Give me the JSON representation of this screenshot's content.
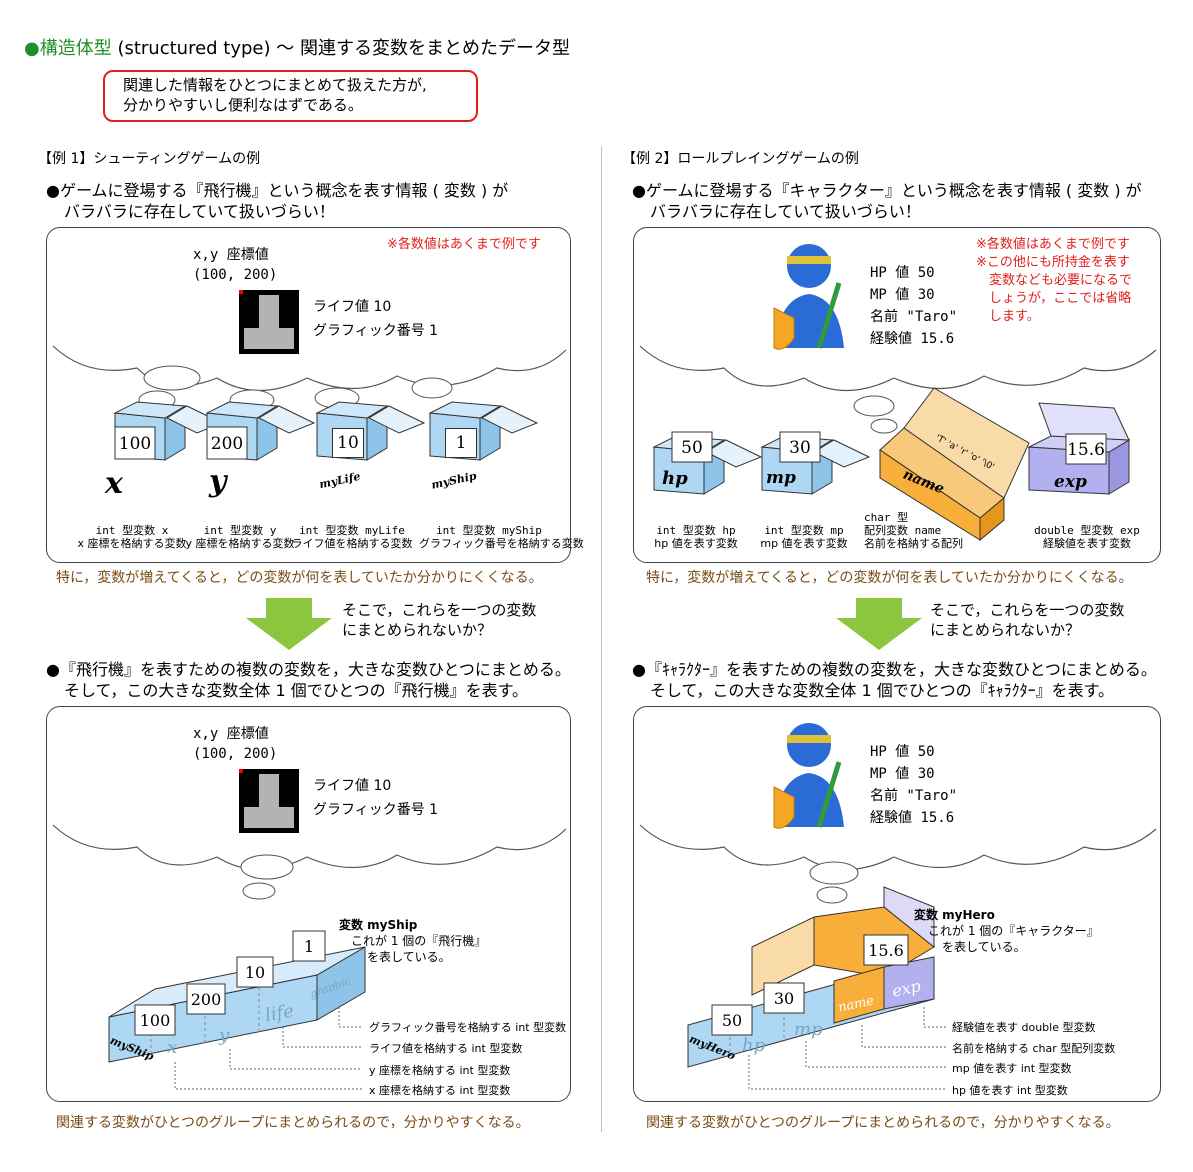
{
  "title": {
    "bullet": "●",
    "colored": "構造体型",
    "rest": " (structured type) 〜 関連する変数をまとめたデータ型"
  },
  "callout": {
    "line1": "関連した情報をひとつにまとめて扱えた方が,",
    "line2": "分かりやすいし便利なはずである。"
  },
  "left": {
    "heading": "【例 1】シューティングゲームの例",
    "bullet1_line1": "●ゲームに登場する『飛行機』という概念を表す情報 ( 変数 ) が",
    "bullet1_line2": "バラバラに存在していて扱いづらい！",
    "note": "※各数値はあくまで例です",
    "coord_label": "x,y 座標値",
    "coord_value": "(100, 200)",
    "life_label": "ライフ値 10",
    "graphic_label": "グラフィック番号 1",
    "boxes": [
      {
        "value": "100",
        "name": "x",
        "caption1": "int 型変数 x",
        "caption2": "x 座標を格納する変数"
      },
      {
        "value": "200",
        "name": "y",
        "caption1": "int 型変数 y",
        "caption2": "y 座標を格納する変数"
      },
      {
        "value": "10",
        "name": "myLife",
        "caption1": "int 型変数 myLife",
        "caption2": "ライフ値を格納する変数"
      },
      {
        "value": "1",
        "name": "myShip",
        "caption1": "int 型変数 myShip",
        "caption2": "グラフィック番号を格納する変数"
      }
    ],
    "problem": "特に，変数が増えてくると，どの変数が何を表していたか分かりにくくなる。",
    "arrow_text1": "そこで，これらを一つの変数",
    "arrow_text2": "にまとめられないか？",
    "bullet2_line1": "●『飛行機』を表すための複数の変数を，大きな変数ひとつにまとめる。",
    "bullet2_line2": "そして，この大きな変数全体 1 個でひとつの『飛行機』を表す。",
    "struct_title1": "変数 myShip",
    "struct_title2": "これが 1 個の『飛行機』",
    "struct_title3": "を表している。",
    "struct_name": "myShip",
    "fields": [
      {
        "value": "100",
        "name": "x",
        "desc": "x 座標を格納する int 型変数"
      },
      {
        "value": "200",
        "name": "y",
        "desc": "y 座標を格納する int 型変数"
      },
      {
        "value": "10",
        "name": "life",
        "desc": "ライフ値を格納する int 型変数"
      },
      {
        "value": "1",
        "name": "graphic",
        "desc": "グラフィック番号を格納する int 型変数"
      }
    ],
    "result": "関連する変数がひとつのグループにまとめられるので，分かりやすくなる。"
  },
  "right": {
    "heading": "【例 2】ロールプレイングゲームの例",
    "bullet1_line1": "●ゲームに登場する『キャラクター』という概念を表す情報 ( 変数 ) が",
    "bullet1_line2": "バラバラに存在していて扱いづらい！",
    "notes": [
      "※各数値はあくまで例です",
      "※この他にも所持金を表す",
      "　変数なども必要になるで",
      "　しょうが，ここでは省略",
      "　します。"
    ],
    "hp_label": "HP 値 50",
    "mp_label": "MP 値 30",
    "name_label": "名前 \"Taro\"",
    "exp_label": "経験値 15.6",
    "boxes": [
      {
        "value": "50",
        "name": "hp",
        "caption1": "int 型変数 hp",
        "caption2": "hp 値を表す変数"
      },
      {
        "value": "30",
        "name": "mp",
        "caption1": "int 型変数 mp",
        "caption2": "mp 値を表す変数"
      },
      {
        "value": "",
        "name": "name",
        "caption0": "char 型",
        "caption1": "配列変数 name",
        "caption2": "名前を格納する配列"
      },
      {
        "value": "15.6",
        "name": "exp",
        "caption1": "double 型変数 exp",
        "caption2": "経験値を表す変数"
      }
    ],
    "array_chars": [
      "'T'",
      "'a'",
      "'r'",
      "'o'",
      "'\\0'"
    ],
    "problem": "特に，変数が増えてくると，どの変数が何を表していたか分かりにくくなる。",
    "arrow_text1": "そこで，これらを一つの変数",
    "arrow_text2": "にまとめられないか？",
    "bullet2_line1": "●『ｷｬﾗｸﾀｰ』を表すための複数の変数を，大きな変数ひとつにまとめる。",
    "bullet2_line2": "そして，この大きな変数全体 1 個でひとつの『ｷｬﾗｸﾀｰ』を表す。",
    "struct_title1": "変数 myHero",
    "struct_title2": "これが 1 個の『キャラクター』",
    "struct_title3": "を表している。",
    "struct_name": "myHero",
    "fields": [
      {
        "value": "50",
        "name": "hp",
        "desc": "hp 値を表す int 型変数"
      },
      {
        "value": "30",
        "name": "mp",
        "desc": "mp 値を表す int 型変数"
      },
      {
        "value": "",
        "name": "name",
        "desc": "名前を格納する char 型配列変数"
      },
      {
        "value": "15.6",
        "name": "exp",
        "desc": "経験値を表す double 型変数"
      }
    ],
    "result": "関連する変数がひとつのグループにまとめられるので，分かりやすくなる。"
  },
  "colors": {
    "box_blue": "#aed7f4",
    "box_orange": "#f7ae3b",
    "box_purple": "#b3b0f0",
    "arrow_green": "#8cc63e",
    "title_green": "#1f8f2a",
    "note_red": "#e0201c",
    "text_brown": "#7a4b16"
  },
  "icons": [
    "ship-sprite",
    "hero-figure-icon",
    "shield-icon",
    "sword-icon",
    "thought-bubble"
  ]
}
